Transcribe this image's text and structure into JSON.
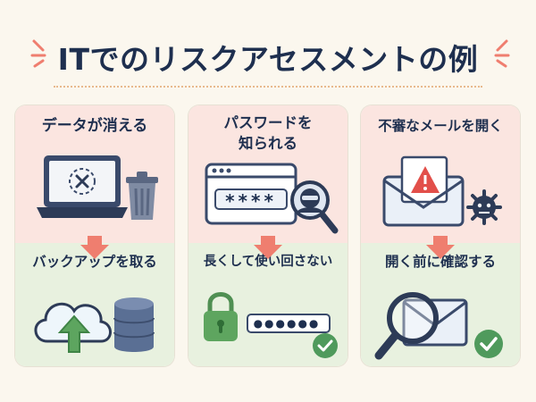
{
  "title": "ITでのリスクアセスメントの例",
  "columns": [
    {
      "risk": "データが消える",
      "measure": "バックアップを取る",
      "risk_icons": [
        "laptop-x-icon",
        "trash-can-icon"
      ],
      "measure_icons": [
        "cloud-upload-icon",
        "database-icon"
      ]
    },
    {
      "risk": "パスワードを\n知られる",
      "measure": "長くして使い回さない",
      "password_mask": "****",
      "long_password_mask": "●●●●●●",
      "risk_icons": [
        "browser-window-icon",
        "hacker-magnifier-icon"
      ],
      "measure_icons": [
        "padlock-icon",
        "check-circle-icon"
      ]
    },
    {
      "risk": "不審なメールを開く",
      "measure": "開く前に確認する",
      "risk_icons": [
        "warning-envelope-icon",
        "virus-icon"
      ],
      "measure_icons": [
        "magnifier-envelope-icon",
        "check-circle-icon"
      ]
    }
  ],
  "colors": {
    "navy": "#1e2f4f",
    "risk_bg": "#fbe5e0",
    "measure_bg": "#e8f1df",
    "arrow": "#ef7e6f",
    "check": "#4f9a5c"
  }
}
